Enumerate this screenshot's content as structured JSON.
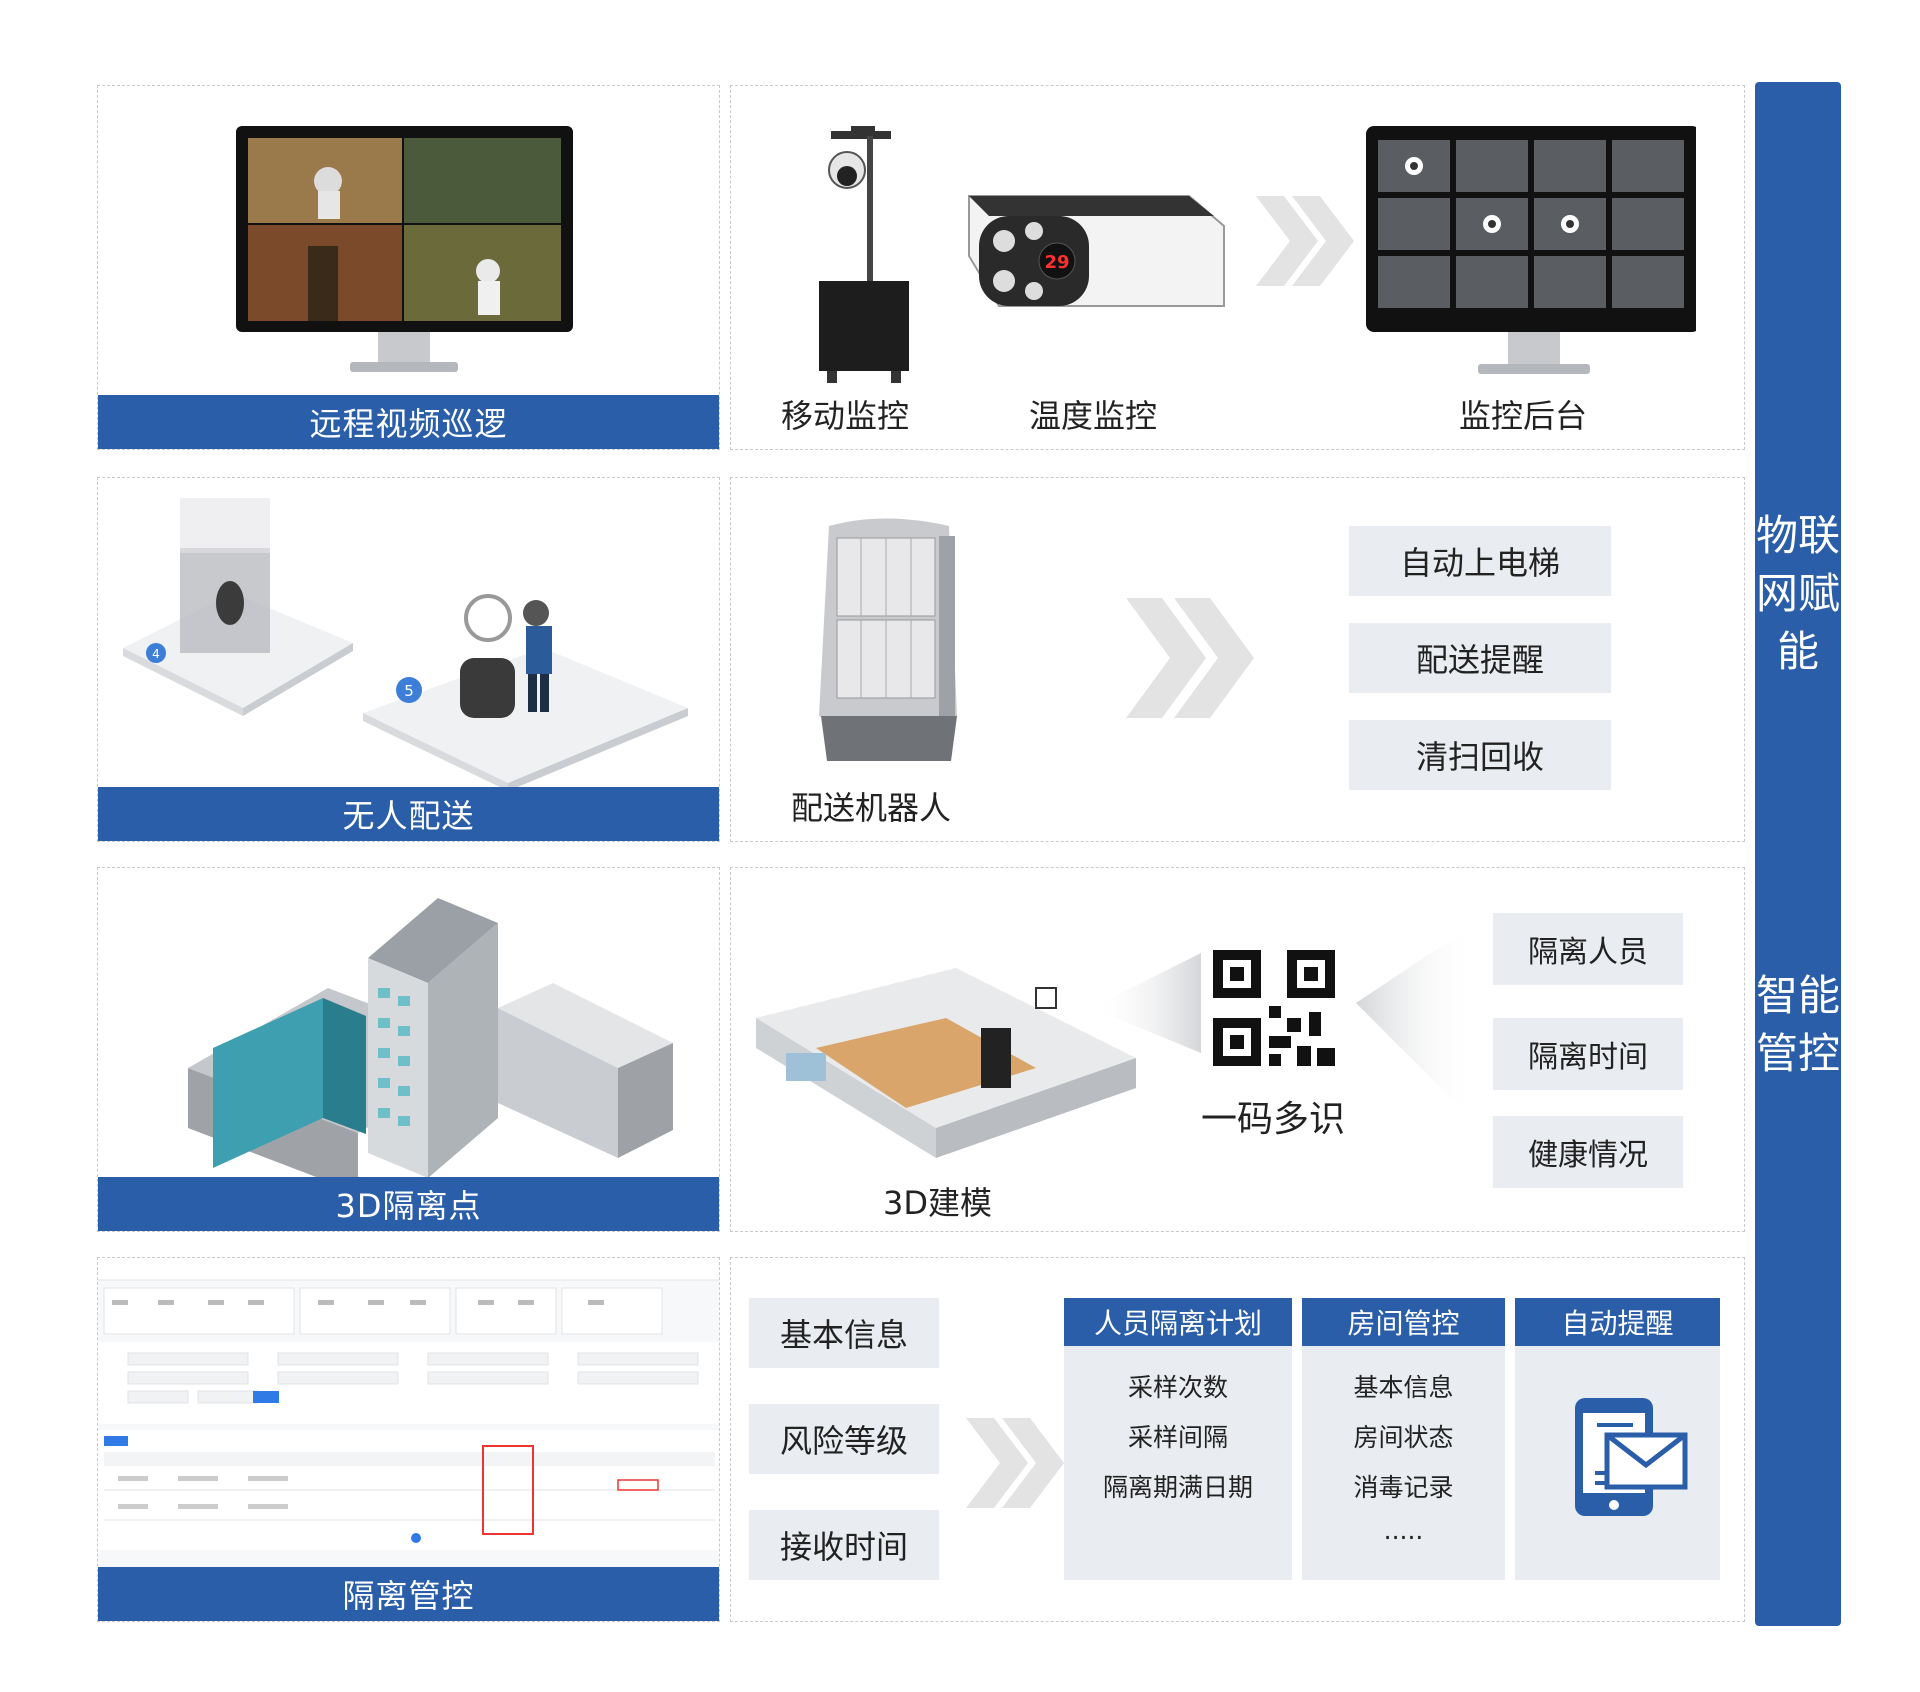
{
  "side_title": {
    "part1": "物联网赋能",
    "part2": "智能管控"
  },
  "row1": {
    "left_label": "远程视频巡逻",
    "captions": {
      "mobile": "移动监控",
      "temperature": "温度监控",
      "backend": "监控后台"
    },
    "temp_readout": "29"
  },
  "row2": {
    "left_label": "无人配送",
    "robot_caption": "配送机器人",
    "markers": [
      "4",
      "5"
    ],
    "features": [
      "自动上电梯",
      "配送提醒",
      "清扫回收"
    ]
  },
  "row3": {
    "left_label": "3D隔离点",
    "model_caption": "3D建模",
    "qr_caption": "一码多识",
    "items": [
      "隔离人员",
      "隔离时间",
      "健康情况"
    ]
  },
  "row4": {
    "left_label": "隔离管控",
    "info_items": [
      "基本信息",
      "风险等级",
      "接收时间"
    ],
    "columns": [
      {
        "header": "人员隔离计划",
        "items": [
          "采样次数",
          "采样间隔",
          "隔离期满日期"
        ]
      },
      {
        "header": "房间管控",
        "items": [
          "基本信息",
          "房间状态",
          "消毒记录",
          "....."
        ]
      },
      {
        "header": "自动提醒",
        "items": []
      }
    ]
  },
  "colors": {
    "brand_blue": "#2b5ea8",
    "box_gray": "#e9ecf0",
    "chevron_gray": "#e3e3e3"
  }
}
